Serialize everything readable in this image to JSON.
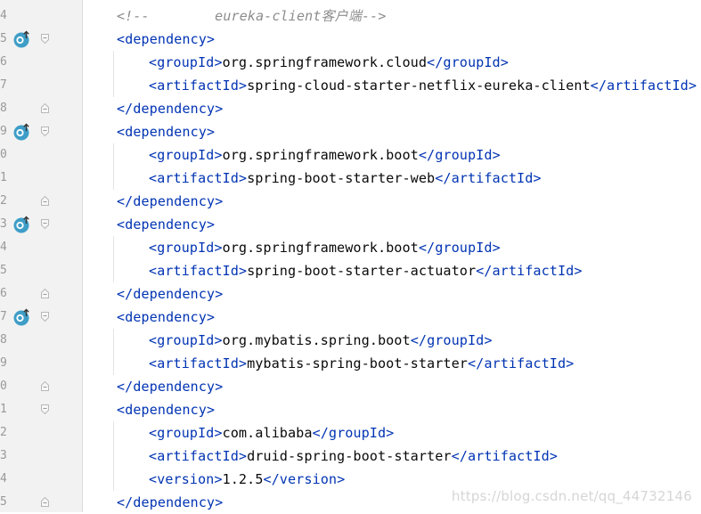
{
  "editor": {
    "lines": [
      {
        "num": "4",
        "kind": "comment",
        "indent": 1,
        "open": "<!--",
        "text": "        eureka-client客户端",
        "close": "-->",
        "marker": false,
        "fold": "none"
      },
      {
        "num": "5",
        "kind": "open",
        "indent": 1,
        "tag": "dependency",
        "marker": true,
        "fold": "open"
      },
      {
        "num": "6",
        "kind": "element",
        "indent": 2,
        "tag": "groupId",
        "value": "org.springframework.cloud",
        "marker": false,
        "fold": "none"
      },
      {
        "num": "7",
        "kind": "element",
        "indent": 2,
        "tag": "artifactId",
        "value": "spring-cloud-starter-netflix-eureka-client",
        "marker": false,
        "fold": "none"
      },
      {
        "num": "8",
        "kind": "close",
        "indent": 1,
        "tag": "dependency",
        "marker": false,
        "fold": "close"
      },
      {
        "num": "9",
        "kind": "open",
        "indent": 1,
        "tag": "dependency",
        "marker": true,
        "fold": "open"
      },
      {
        "num": "0",
        "kind": "element",
        "indent": 2,
        "tag": "groupId",
        "value": "org.springframework.boot",
        "marker": false,
        "fold": "none"
      },
      {
        "num": "1",
        "kind": "element",
        "indent": 2,
        "tag": "artifactId",
        "value": "spring-boot-starter-web",
        "marker": false,
        "fold": "none"
      },
      {
        "num": "2",
        "kind": "close",
        "indent": 1,
        "tag": "dependency",
        "marker": false,
        "fold": "close"
      },
      {
        "num": "3",
        "kind": "open",
        "indent": 1,
        "tag": "dependency",
        "marker": true,
        "fold": "open"
      },
      {
        "num": "4",
        "kind": "element",
        "indent": 2,
        "tag": "groupId",
        "value": "org.springframework.boot",
        "marker": false,
        "fold": "none"
      },
      {
        "num": "5",
        "kind": "element",
        "indent": 2,
        "tag": "artifactId",
        "value": "spring-boot-starter-actuator",
        "marker": false,
        "fold": "none"
      },
      {
        "num": "6",
        "kind": "close",
        "indent": 1,
        "tag": "dependency",
        "marker": false,
        "fold": "close"
      },
      {
        "num": "7",
        "kind": "open",
        "indent": 1,
        "tag": "dependency",
        "marker": true,
        "fold": "open"
      },
      {
        "num": "8",
        "kind": "element",
        "indent": 2,
        "tag": "groupId",
        "value": "org.mybatis.spring.boot",
        "marker": false,
        "fold": "none"
      },
      {
        "num": "9",
        "kind": "element",
        "indent": 2,
        "tag": "artifactId",
        "value": "mybatis-spring-boot-starter",
        "marker": false,
        "fold": "none"
      },
      {
        "num": "0",
        "kind": "close",
        "indent": 1,
        "tag": "dependency",
        "marker": false,
        "fold": "close"
      },
      {
        "num": "1",
        "kind": "open",
        "indent": 1,
        "tag": "dependency",
        "marker": false,
        "fold": "open"
      },
      {
        "num": "2",
        "kind": "element",
        "indent": 2,
        "tag": "groupId",
        "value": "com.alibaba",
        "marker": false,
        "fold": "none"
      },
      {
        "num": "3",
        "kind": "element",
        "indent": 2,
        "tag": "artifactId",
        "value": "druid-spring-boot-starter",
        "marker": false,
        "fold": "none"
      },
      {
        "num": "4",
        "kind": "element",
        "indent": 2,
        "tag": "version",
        "value": "1.2.5",
        "marker": false,
        "fold": "none"
      },
      {
        "num": "5",
        "kind": "close",
        "indent": 1,
        "tag": "dependency",
        "marker": false,
        "fold": "close"
      }
    ]
  },
  "colors": {
    "tag": "#0033b3",
    "value": "#080808",
    "comment": "#8c8c8c",
    "marker": "#3e9ec7"
  },
  "icons": {
    "marker": "override-method-icon",
    "fold_open": "fold-open-icon",
    "fold_close": "fold-close-icon"
  },
  "watermark": "https://blog.csdn.net/qq_44732146"
}
